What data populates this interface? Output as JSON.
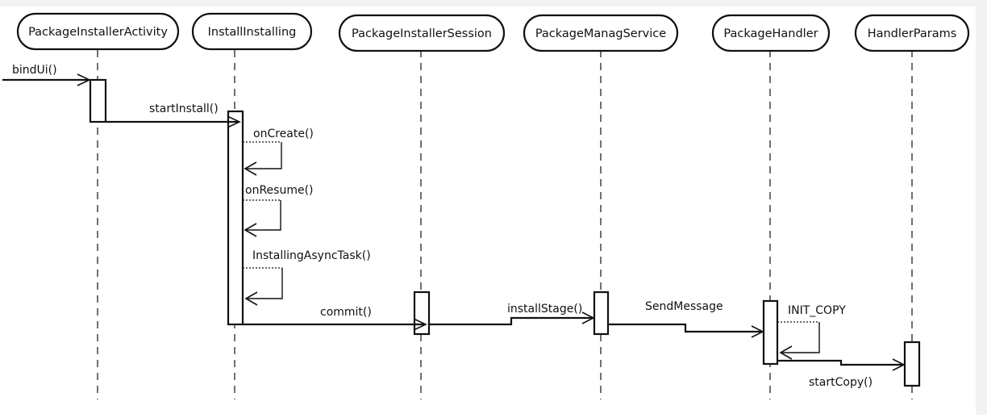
{
  "actors": [
    {
      "id": "pia",
      "label": "PackageInstallerActivity"
    },
    {
      "id": "ii",
      "label": "InstallInstalling"
    },
    {
      "id": "pis",
      "label": "PackageInstallerSession"
    },
    {
      "id": "pms",
      "label": "PackageManagService"
    },
    {
      "id": "ph",
      "label": "PackageHandler"
    },
    {
      "id": "hp",
      "label": "HandlerParams"
    }
  ],
  "messages": [
    {
      "id": "bindui",
      "label": "bindUi()",
      "from": "",
      "to": "PackageInstallerActivity"
    },
    {
      "id": "startinstall",
      "label": "startInstall()",
      "from": "PackageInstallerActivity",
      "to": "InstallInstalling"
    },
    {
      "id": "oncreate",
      "label": "onCreate()",
      "from": "InstallInstalling",
      "to": "InstallInstalling"
    },
    {
      "id": "onresume",
      "label": "onResume()",
      "from": "InstallInstalling",
      "to": "InstallInstalling"
    },
    {
      "id": "asynctask",
      "label": "InstallingAsyncTask()",
      "from": "InstallInstalling",
      "to": "InstallInstalling"
    },
    {
      "id": "commit",
      "label": "commit()",
      "from": "InstallInstalling",
      "to": "PackageInstallerSession"
    },
    {
      "id": "installstage",
      "label": "installStage()",
      "from": "PackageInstallerSession",
      "to": "PackageManagService"
    },
    {
      "id": "sendmessage",
      "label": "SendMessage",
      "from": "PackageManagService",
      "to": "PackageHandler"
    },
    {
      "id": "initcopy",
      "label": "INIT_COPY",
      "from": "PackageHandler",
      "to": "PackageHandler"
    },
    {
      "id": "startcopy",
      "label": "startCopy()",
      "from": "PackageHandler",
      "to": "HandlerParams"
    }
  ]
}
